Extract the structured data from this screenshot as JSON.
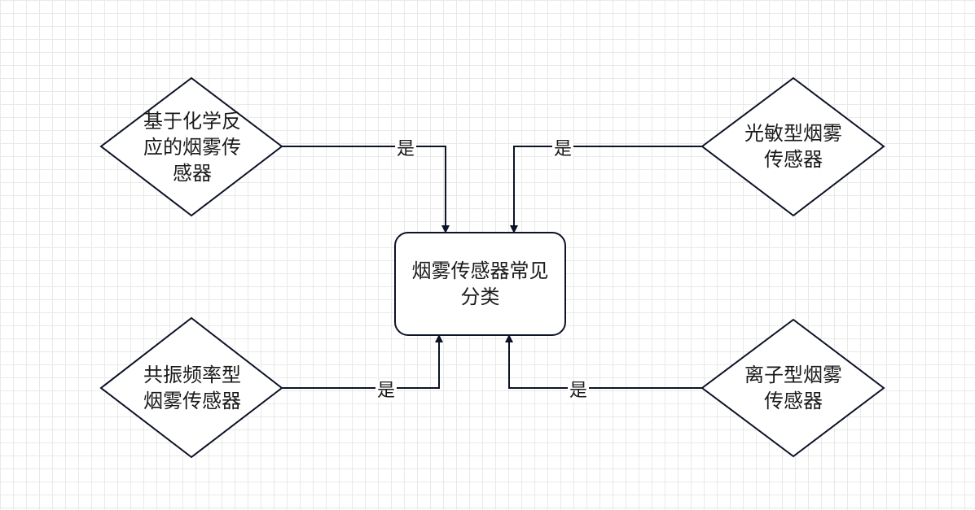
{
  "diagram": {
    "center": {
      "label": "烟雾传感器常见分类"
    },
    "nodes": {
      "top_left": {
        "label": "基于化学反应的烟雾传感器"
      },
      "top_right": {
        "label": "光敏型烟雾传感器"
      },
      "bottom_left": {
        "label": "共振频率型烟雾传感器"
      },
      "bottom_right": {
        "label": "离子型烟雾传感器"
      }
    },
    "edges": {
      "top_left": {
        "label": "是"
      },
      "top_right": {
        "label": "是"
      },
      "bottom_left": {
        "label": "是"
      },
      "bottom_right": {
        "label": "是"
      }
    },
    "colors": {
      "stroke": "#0d1326",
      "node_fill": "#ffffff",
      "text": "#1a1a1a",
      "grid": "#e9e9e9"
    }
  }
}
